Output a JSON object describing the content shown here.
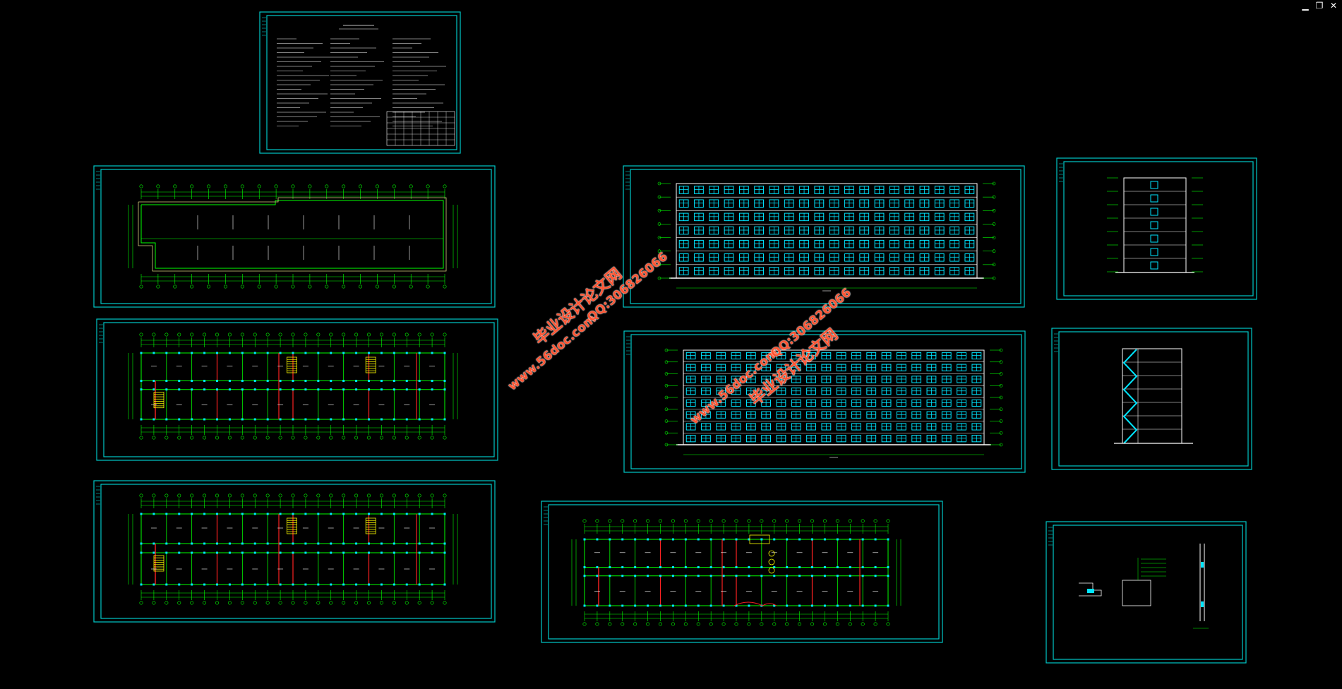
{
  "window": {
    "minimize_icon": "minimize-icon",
    "restore_icon": "restore-icon",
    "close_icon": "close-icon",
    "minimize_glyph": "▁",
    "restore_glyph": "❐",
    "close_glyph": "✕"
  },
  "colors": {
    "background": "#000000",
    "frame": "#00c8c8",
    "linework": "#00ff00",
    "window_fill": "#00e5ff",
    "wall_accent": "#ff2222",
    "stair": "#ffff00",
    "watermark": "#ff5533"
  },
  "watermarks": {
    "a_name": "毕业设计论文网",
    "a_site": "www.56doc.com",
    "a_qq": "QQ:306826066",
    "b_name": "毕业设计论文网",
    "b_site": "www.56doc.com",
    "b_qq": "QQ:306826066"
  },
  "sheets": [
    {
      "kind": "notes"
    },
    {
      "kind": "roof-plan"
    },
    {
      "kind": "floor-plan"
    },
    {
      "kind": "floor-plan"
    },
    {
      "kind": "ground-plan"
    },
    {
      "kind": "elevation"
    },
    {
      "kind": "elevation"
    },
    {
      "kind": "side-elevation"
    },
    {
      "kind": "section"
    },
    {
      "kind": "details"
    }
  ]
}
